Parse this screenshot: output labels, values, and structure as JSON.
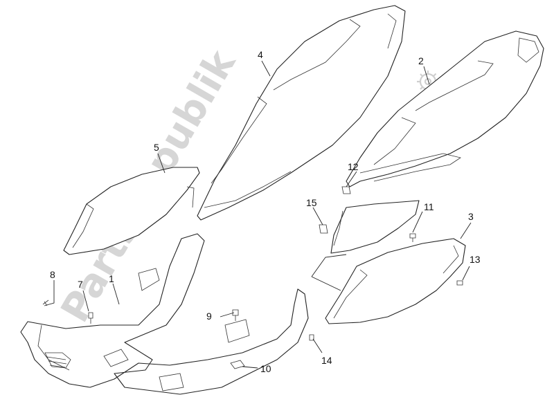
{
  "watermark": {
    "text": "PartsRepublik"
  },
  "callouts": [
    {
      "id": "1",
      "label": "1"
    },
    {
      "id": "2",
      "label": "2"
    },
    {
      "id": "3",
      "label": "3"
    },
    {
      "id": "4",
      "label": "4"
    },
    {
      "id": "5",
      "label": "5"
    },
    {
      "id": "7",
      "label": "7"
    },
    {
      "id": "8",
      "label": "8"
    },
    {
      "id": "9",
      "label": "9"
    },
    {
      "id": "10",
      "label": "10"
    },
    {
      "id": "11",
      "label": "11"
    },
    {
      "id": "12",
      "label": "12"
    },
    {
      "id": "13",
      "label": "13"
    },
    {
      "id": "14",
      "label": "14"
    },
    {
      "id": "15",
      "label": "15"
    }
  ]
}
